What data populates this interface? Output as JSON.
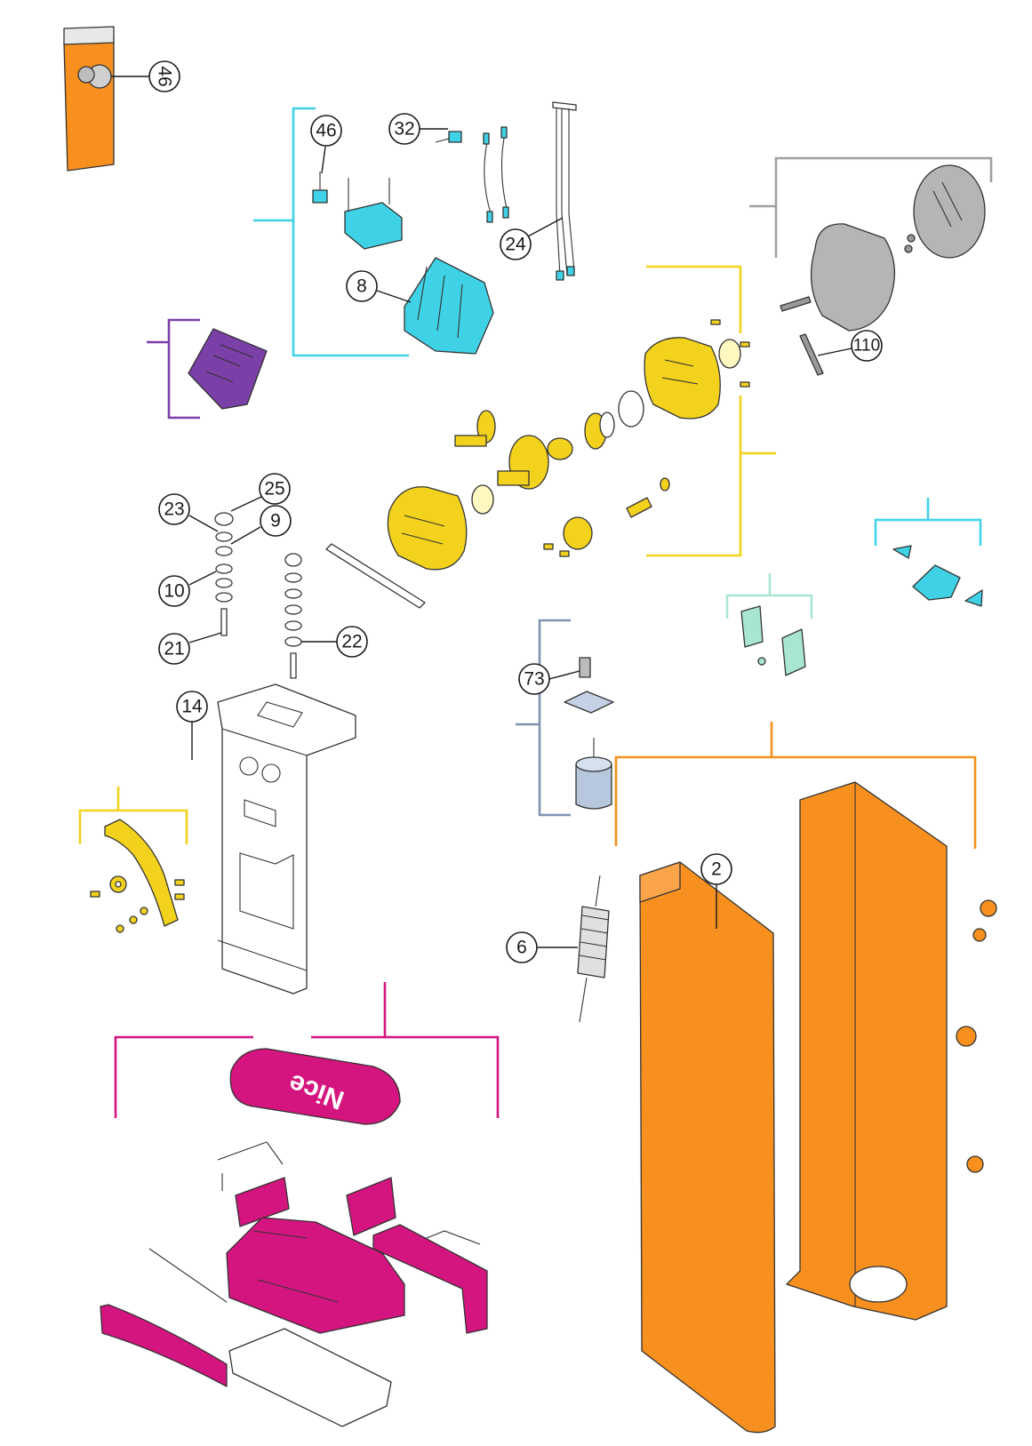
{
  "figure": {
    "logo_text": "Nice",
    "callouts": [
      {
        "id": "c46a",
        "label": "46"
      },
      {
        "id": "c46b",
        "label": "46"
      },
      {
        "id": "c32",
        "label": "32"
      },
      {
        "id": "c24",
        "label": "24"
      },
      {
        "id": "c8",
        "label": "8"
      },
      {
        "id": "c110",
        "label": "110"
      },
      {
        "id": "c25",
        "label": "25"
      },
      {
        "id": "c23",
        "label": "23"
      },
      {
        "id": "c9",
        "label": "9"
      },
      {
        "id": "c10",
        "label": "10"
      },
      {
        "id": "c21",
        "label": "21"
      },
      {
        "id": "c22",
        "label": "22"
      },
      {
        "id": "c14",
        "label": "14"
      },
      {
        "id": "c73",
        "label": "73"
      },
      {
        "id": "c2",
        "label": "2"
      },
      {
        "id": "c6",
        "label": "6"
      }
    ],
    "colors": {
      "cyan": "#3fd2e6",
      "purple": "#7b3fa8",
      "yellow": "#f3d21e",
      "gray": "#a0a0a0",
      "orange": "#f7901e",
      "magenta": "#d4157f",
      "slate": "#7f93b0",
      "mint": "#a8e6cf"
    }
  }
}
